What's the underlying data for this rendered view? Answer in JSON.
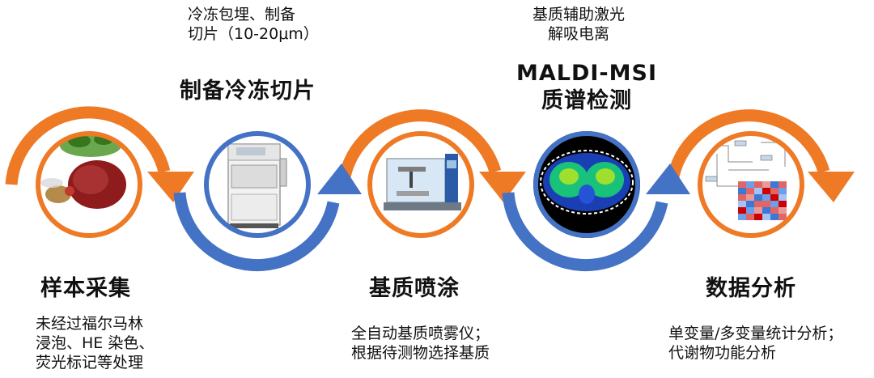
{
  "steps": [
    {
      "title": "样本采集",
      "desc": [
        "未经过福尔马林",
        "浸泡、HE 染色、",
        "荧光标记等处理"
      ],
      "icon": "sample-fly-liver-icon",
      "ring_color": "#ee7a26"
    },
    {
      "title": "制备冷冻切片",
      "desc": [
        "冷冻包埋、制备",
        "切片（10-20μm）"
      ],
      "icon": "cryostat-icon",
      "ring_color": "#4472c4"
    },
    {
      "title": "基质喷涂",
      "desc": [
        "全自动基质喷雾仪；",
        "根据待测物选择基质"
      ],
      "icon": "matrix-sprayer-icon",
      "ring_color": "#ee7a26"
    },
    {
      "title_lines": [
        "MALDI-MSI",
        "质谱检测"
      ],
      "desc": [
        "基质辅助激光",
        "解吸电离"
      ],
      "icon": "brain-section-heatmap-icon",
      "ring_color": "#4472c4"
    },
    {
      "title": "数据分析",
      "desc": [
        "单变量/多变量统计分析；",
        "代谢物功能分析"
      ],
      "icon": "pathway-heatmap-icon",
      "ring_color": "#ee7a26"
    }
  ],
  "colors": {
    "orange": "#ee7a26",
    "blue": "#4472c4"
  }
}
